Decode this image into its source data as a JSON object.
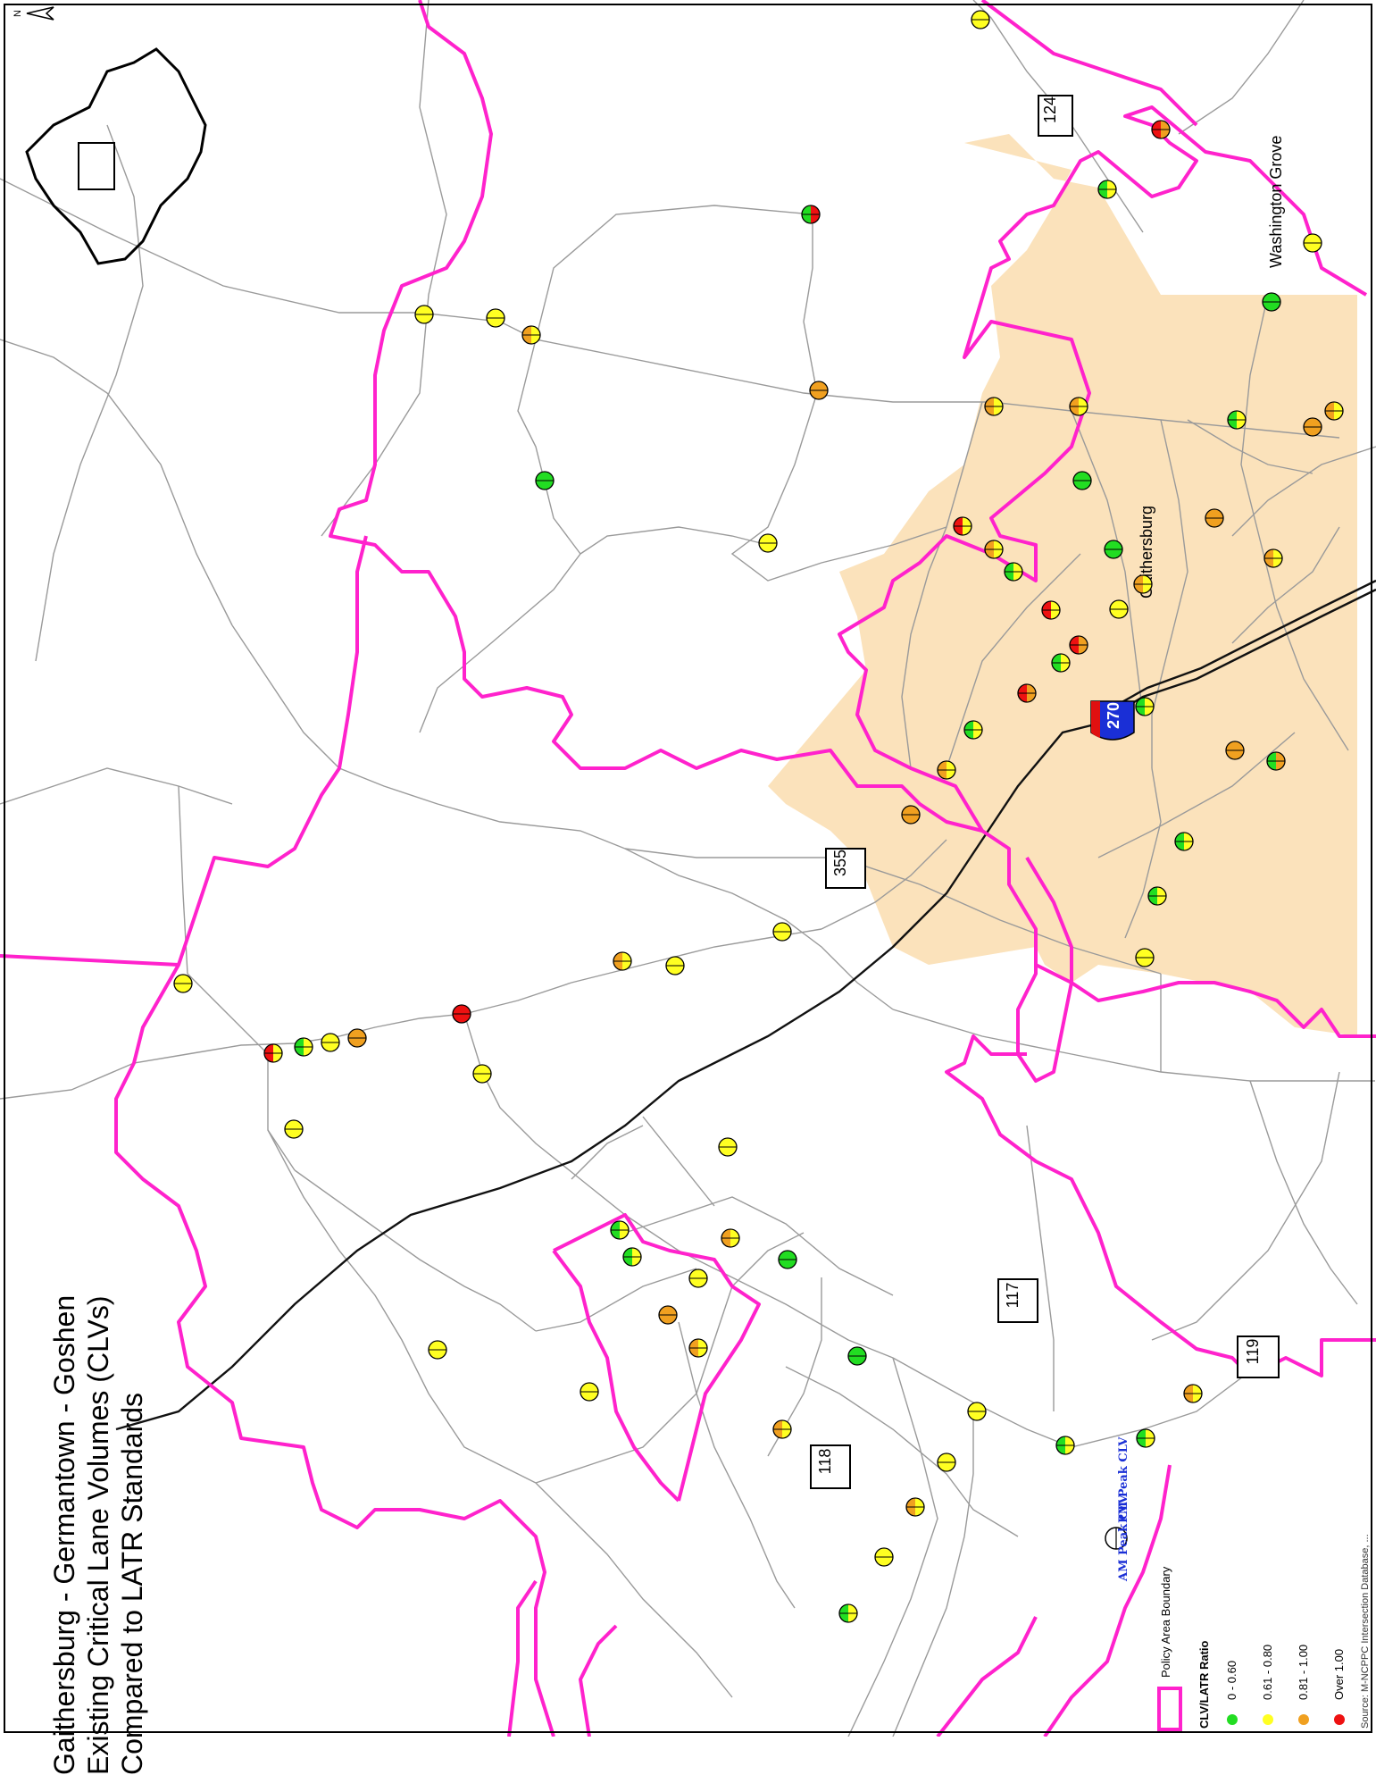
{
  "title": {
    "line1": "Gaithersburg - Germantown - Goshen",
    "line2": "Existing Critical Lane Volumes (CLVs)",
    "line3": "Compared to LATR Standards"
  },
  "route_shields": {
    "r124": "124",
    "r355": "355",
    "r270": "270",
    "r117": "117",
    "r118": "118",
    "r119": "119"
  },
  "place_names": {
    "gaithersburg": "Gaithersburg",
    "washington_grove": "Washington Grove"
  },
  "north_arrow": "N",
  "legend": {
    "am_label": "AM Peak CLV",
    "pm_label": "PM Peak CLV",
    "boundary_label": "Policy Area Boundary",
    "ratio_heading": "CLV/LATR Ratio",
    "classes": [
      {
        "label": "0 - 0.60",
        "color": "#22dd22"
      },
      {
        "label": "0.61 - 0.80",
        "color": "#ffff22"
      },
      {
        "label": "0.81 - 1.00",
        "color": "#f0a020"
      },
      {
        "label": "Over 1.00",
        "color": "#ee1111"
      }
    ]
  },
  "credit": "Source: M-NCPPC Intersection Database, ...",
  "colors": {
    "boundary": "#ff22cc",
    "city_fill": "#fbe2bb",
    "road": "#9a9a9a",
    "green": "#22dd22",
    "yellow": "#ffff22",
    "orange": "#f0a020",
    "red": "#ee1111"
  }
}
